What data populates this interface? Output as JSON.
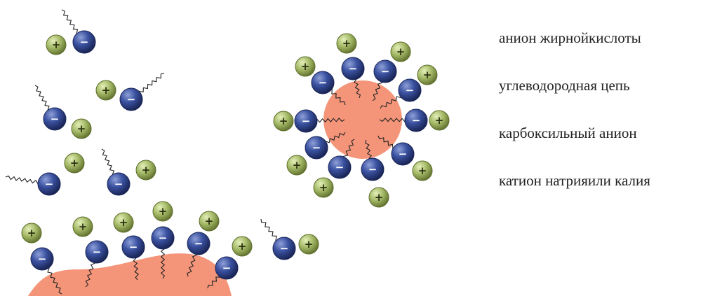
{
  "legend": {
    "items": [
      "анион жирнойкислоты",
      "углеводородная цепь",
      "карбоксильный анион",
      "катион натрияили калия"
    ]
  },
  "symbols": {
    "cation_sign": "+",
    "anion_sign": "−"
  },
  "colors": {
    "cation_fill": "#a3b866",
    "cation_stroke": "#5d6e2b",
    "anion_fill": "#2f4590",
    "anion_stroke": "#1b275a",
    "droplet": "#f4957a",
    "chain": "#222222"
  }
}
